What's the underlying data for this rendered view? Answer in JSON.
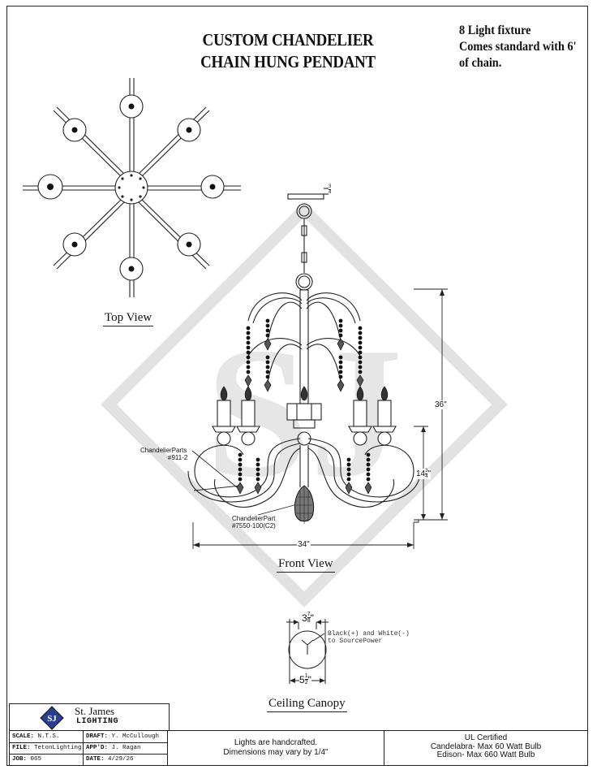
{
  "title": {
    "line1": "CUSTOM CHANDELIER",
    "line2": "CHAIN HUNG PENDANT"
  },
  "notes": {
    "line1": "8 Light fixture",
    "line2": "Comes standard with 6'",
    "line3": "of chain."
  },
  "views": {
    "top": "Top View",
    "front": "Front View",
    "canopy": "Ceiling Canopy"
  },
  "watermark": {
    "text": "SJ"
  },
  "front": {
    "top_dim_num": "3",
    "top_dim_den": "4",
    "part1_line1": "ChandelierParts",
    "part1_line2": "#911-2",
    "part2_line1": "ChandelierPart",
    "part2_line2": "#7550-100(C2)",
    "height_dim": "36\"",
    "lower_dim_whole": "14",
    "lower_dim_num": "3",
    "lower_dim_den": "4",
    "lower_dim_unit": "\"",
    "width_dim": "34\""
  },
  "canopy": {
    "top_whole": "3",
    "top_num": "7",
    "top_den": "8",
    "top_unit": "\"",
    "bottom_whole": "5",
    "bottom_num": "1",
    "bottom_den": "2",
    "bottom_unit": "\"",
    "wire_line1": "Black(+) and White(-)",
    "wire_line2": "to SourcePower"
  },
  "title_block": {
    "brand_line1": "St. James",
    "brand_line2": "LIGHTING",
    "logo_text": "SJ",
    "scale_label": "SCALE:",
    "scale_value": "N.T.S.",
    "draft_label": "DRAFT:",
    "draft_value": "Y. McCullough",
    "file_label": "FILE:",
    "file_value": "TetonLighting",
    "appd_label": "APP'D:",
    "appd_value": "J. Ragan",
    "job_label": "JOB:",
    "job_value": "065",
    "date_label": "DATE:",
    "date_value": "4/29/26",
    "middle_line1": "Lights are handcrafted.",
    "middle_line2": "Dimensions may vary by 1/4\"",
    "right_line1": "UL Certified",
    "right_line2": "Candelabra- Max 60 Watt Bulb",
    "right_line3": "Edison- Max 660 Watt Bulb"
  }
}
